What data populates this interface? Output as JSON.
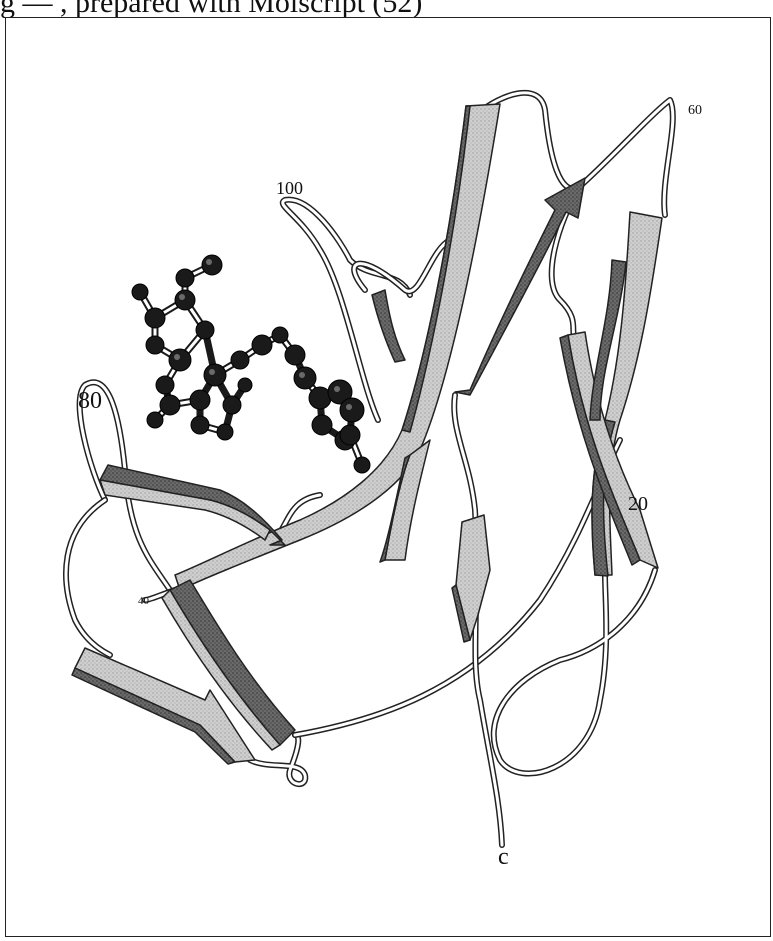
{
  "caption": "g — , prepared with Molscript (52)",
  "labels": {
    "n60": "60",
    "n100": "100",
    "n80": "80",
    "n20": "20",
    "n40": "40",
    "c_term": "c"
  },
  "colors": {
    "strand_light": "#c8c8c8",
    "strand_dark": "#555555",
    "coil": "#ffffff",
    "outline": "#222222",
    "atom": "#1a1a1a"
  }
}
